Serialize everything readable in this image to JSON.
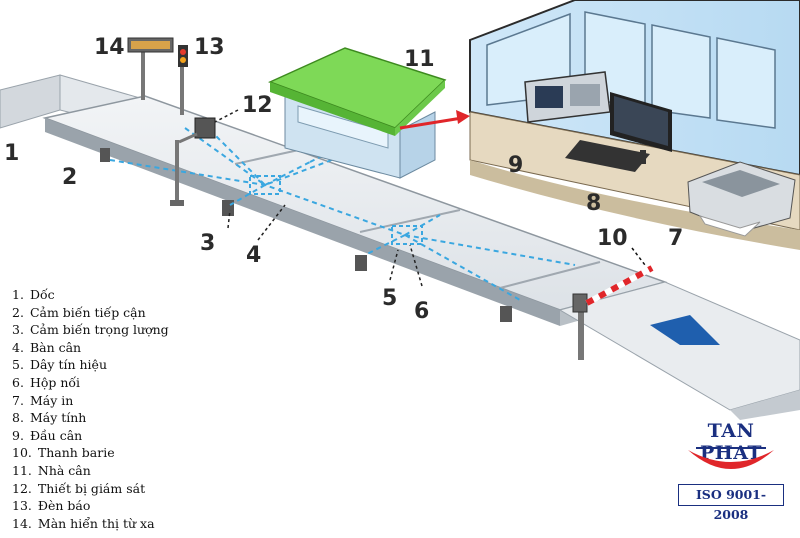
{
  "callouts": [
    "1",
    "2",
    "3",
    "4",
    "5",
    "6",
    "7",
    "8",
    "9",
    "10",
    "11",
    "12",
    "13",
    "14"
  ],
  "legend": [
    {
      "num": "1.",
      "label": "Dốc"
    },
    {
      "num": "2.",
      "label": "Cảm biến tiếp cận"
    },
    {
      "num": "3.",
      "label": "Cảm biến trọng lượng"
    },
    {
      "num": "4.",
      "label": "Bàn cân"
    },
    {
      "num": "5.",
      "label": "Dây tín hiệu"
    },
    {
      "num": "6.",
      "label": "Hộp nối"
    },
    {
      "num": "7.",
      "label": "Máy in"
    },
    {
      "num": "8.",
      "label": "Máy tính"
    },
    {
      "num": "9.",
      "label": "Đầu cân"
    },
    {
      "num": "10.",
      "label": "Thanh barie"
    },
    {
      "num": "11.",
      "label": "Nhà cân"
    },
    {
      "num": "12.",
      "label": "Thiết bị giám sát"
    },
    {
      "num": "13.",
      "label": "Đèn báo"
    },
    {
      "num": "14.",
      "label": "Màn hiển thị từ xa"
    }
  ],
  "logo": {
    "brand": "TAN PHAT",
    "cert": "ISO 9001-2008"
  },
  "colors": {
    "signal_cable": "#3aa7e0",
    "roof": "#7ed957",
    "barrier_red": "#e0262a",
    "brand_blue": "#1a2f80",
    "arrow_blue": "#1f5fae"
  }
}
